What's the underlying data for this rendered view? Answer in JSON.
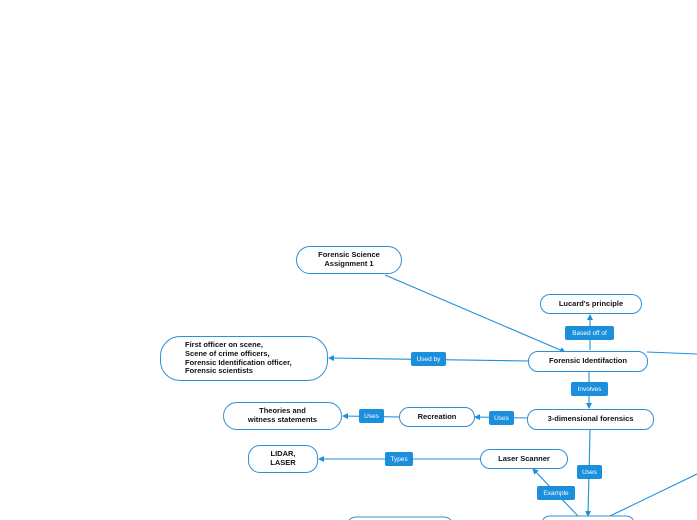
{
  "colors": {
    "node_border": "#2f8fd6",
    "tag_fill": "#1b8fdc",
    "link": "#1e8fd8"
  },
  "nodes": {
    "root": "Forensic Science\nAssignment 1",
    "lucard": "Lucard's principle",
    "forensic_id": "Forensic Identifaction",
    "used_by_target": "First officer on scene,\nScene of crime officers,\nForensic Identification officer,\nForensic scientists",
    "three_d": "3-dimensional forensics",
    "recreation": "Recreation",
    "theories": "Theories and\nwitness statements",
    "laser_scanner": "Laser Scanner",
    "lidar": "LIDAR,\nLASER"
  },
  "tags": {
    "based_off": "Based off of",
    "used_by": "Used by",
    "involves": "Involves",
    "uses_recreation": "Uses",
    "uses_theories": "Uses",
    "types": "Types",
    "uses_down": "Uses",
    "example": "Example"
  }
}
